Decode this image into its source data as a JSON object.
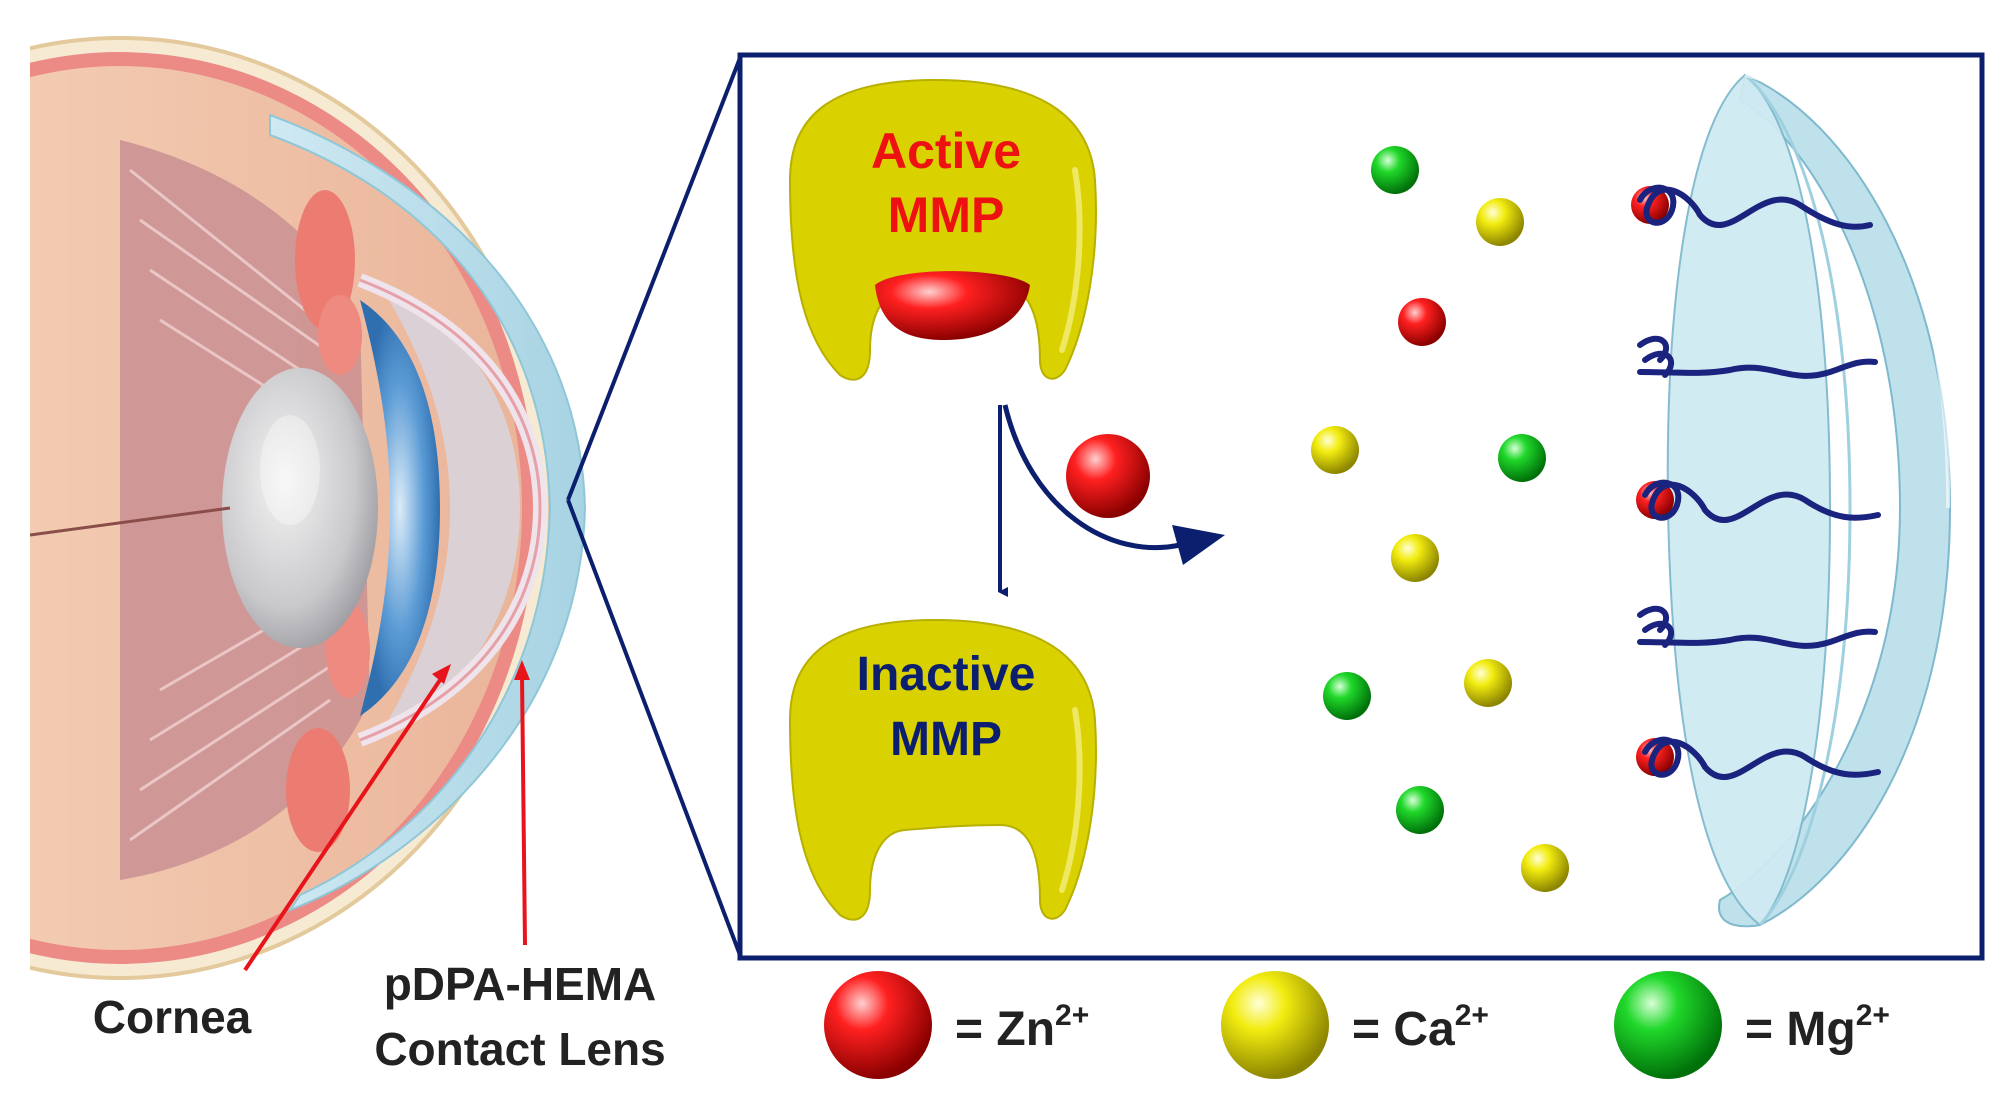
{
  "eye": {
    "cornea_label": "Cornea",
    "lens_label_line1": "pDPA-HEMA",
    "lens_label_line2": "Contact Lens"
  },
  "mmp": {
    "active_line1": "Active",
    "active_line2": "MMP",
    "inactive_line1": "Inactive",
    "inactive_line2": "MMP"
  },
  "legend": [
    {
      "equals": "= ",
      "ion": "Zn",
      "charge": "2+",
      "color": "#e00000"
    },
    {
      "equals": "= ",
      "ion": "Ca",
      "charge": "2+",
      "color": "#e5e000"
    },
    {
      "equals": "= ",
      "ion": "Mg",
      "charge": "2+",
      "color": "#12c81e"
    }
  ],
  "colors": {
    "zinc": "#e00000",
    "calcium": "#e5e000",
    "magnesium": "#12c81e",
    "mmp_body": "#d4cc00",
    "frame": "#0c1f6e",
    "active_text": "#ee1111",
    "inactive_text": "#0c1f6e",
    "pointer": "#e8141c",
    "polymer": "#1a237e"
  }
}
